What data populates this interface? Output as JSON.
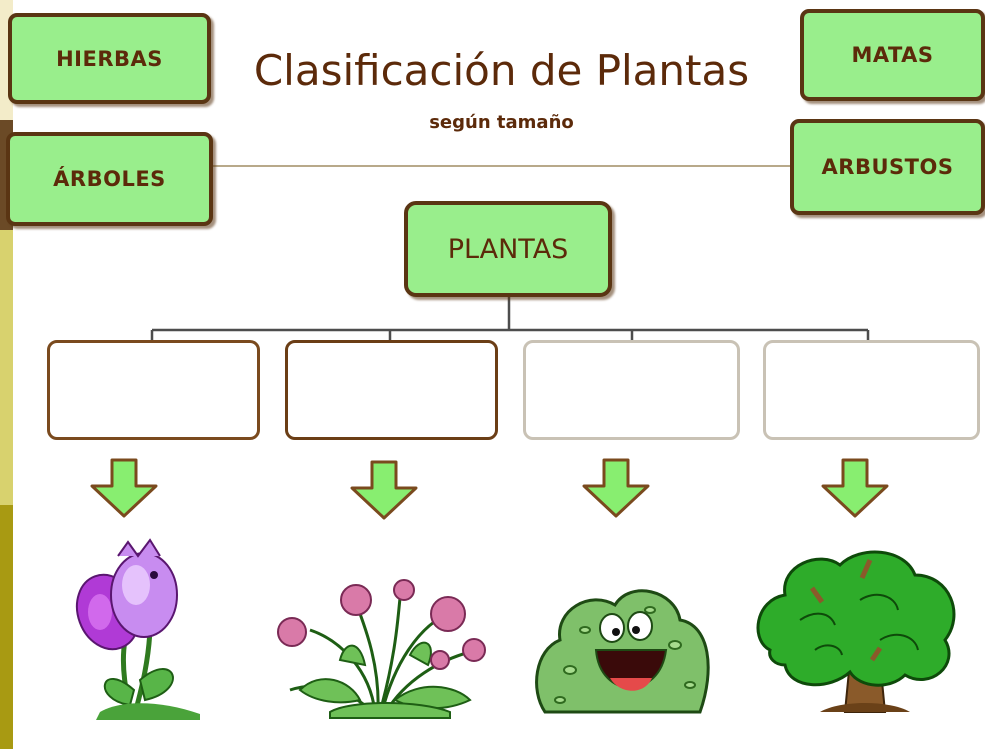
{
  "diagram": {
    "title": "Clasificación de Plantas",
    "subtitle": "según tamaño",
    "root_label": "PLANTAS",
    "word_cards": [
      {
        "id": "hierbas",
        "label": "HIERBAS"
      },
      {
        "id": "arboles",
        "label": "ÁRBOLES"
      },
      {
        "id": "matas",
        "label": "MATAS"
      },
      {
        "id": "arbustos",
        "label": "ARBUSTOS"
      }
    ],
    "answer_boxes": 4,
    "illustrations": [
      "flower-icon",
      "flowering-herb-icon",
      "smiling-bush-icon",
      "tree-icon"
    ]
  },
  "colors": {
    "card_fill": "#99ee8c",
    "card_border": "#5a3513",
    "text": "#5c2a0a",
    "arrow_fill": "#88ee70",
    "connector": "#6b5a3a",
    "left_strip_top": "#f3ecc9",
    "left_strip_mid": "#d8d26e",
    "left_strip_bottom": "#a89a12"
  }
}
